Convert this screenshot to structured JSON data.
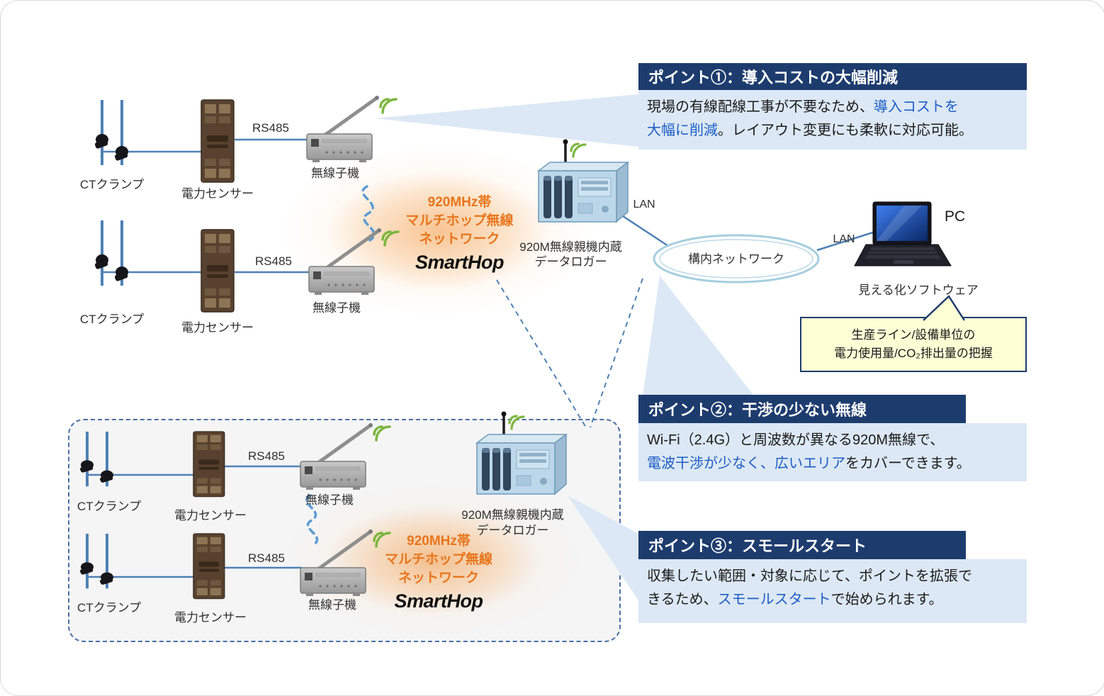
{
  "labels": {
    "ct_clamp": "CTクランプ",
    "power_sensor": "電力センサー",
    "rs485": "RS485",
    "wireless_child": "無線子機",
    "logger_line1": "920M無線親機内蔵",
    "logger_line2": "データロガー",
    "lan": "LAN",
    "network": "構内ネットワーク",
    "pc": "PC",
    "software": "見える化ソフトウェア"
  },
  "smarthop": {
    "band": "920MHz帯",
    "multihop": "マルチホップ無線",
    "network": "ネットワーク",
    "logo": "SmartHop"
  },
  "note": {
    "line1": "生産ライン/設備単位の",
    "line2": "電力使用量/CO₂排出量の把握"
  },
  "points": [
    {
      "title": "ポイント①：導入コストの大幅削減",
      "body_lines": [
        [
          {
            "t": "現場の有線配線工事が不要なため、",
            "c": ""
          },
          {
            "t": "導入コストを",
            "c": "accent"
          }
        ],
        [
          {
            "t": "大幅に削減",
            "c": "accent"
          },
          {
            "t": "。レイアウト変更にも柔軟に対応可能。",
            "c": ""
          }
        ]
      ]
    },
    {
      "title": "ポイント②：干渉の少ない無線",
      "body_lines": [
        [
          {
            "t": "Wi-Fi（2.4G）と周波数が異なる920M無線で、",
            "c": ""
          }
        ],
        [
          {
            "t": "電波干渉が少なく、広いエリア",
            "c": "accent"
          },
          {
            "t": "をカバーできます。",
            "c": ""
          }
        ]
      ]
    },
    {
      "title": "ポイント③：スモールスタート",
      "body_lines": [
        [
          {
            "t": "収集したい範囲・対象に応じて、ポイントを拡張で",
            "c": ""
          }
        ],
        [
          {
            "t": "きるため、",
            "c": ""
          },
          {
            "t": "スモールスタート",
            "c": "accent"
          },
          {
            "t": "で始められます。",
            "c": ""
          }
        ]
      ]
    }
  ],
  "colors": {
    "accent": "#1b5ec4",
    "navy": "#1d3c6e",
    "orange": "#e8751a",
    "line_blue": "#4f81b5",
    "callout_bg": "#dce8f5",
    "note_bg": "#ffffd6"
  }
}
